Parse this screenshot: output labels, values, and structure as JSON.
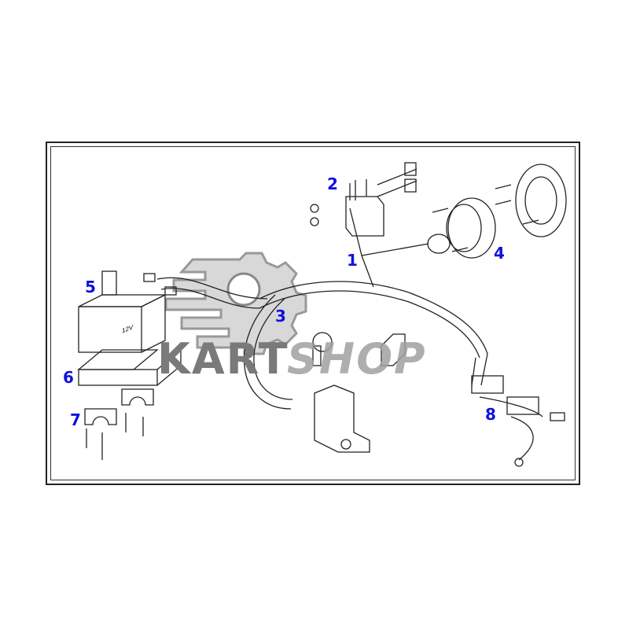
{
  "diagram": {
    "callouts": [
      "1",
      "2",
      "3",
      "4",
      "5",
      "6",
      "7",
      "8"
    ],
    "battery_label": "12V",
    "watermark": {
      "part1": "KART",
      "part2": "SHOP"
    },
    "colors": {
      "callout": "#1010e0",
      "line": "#222222",
      "watermark": "#8a8a8a"
    }
  }
}
